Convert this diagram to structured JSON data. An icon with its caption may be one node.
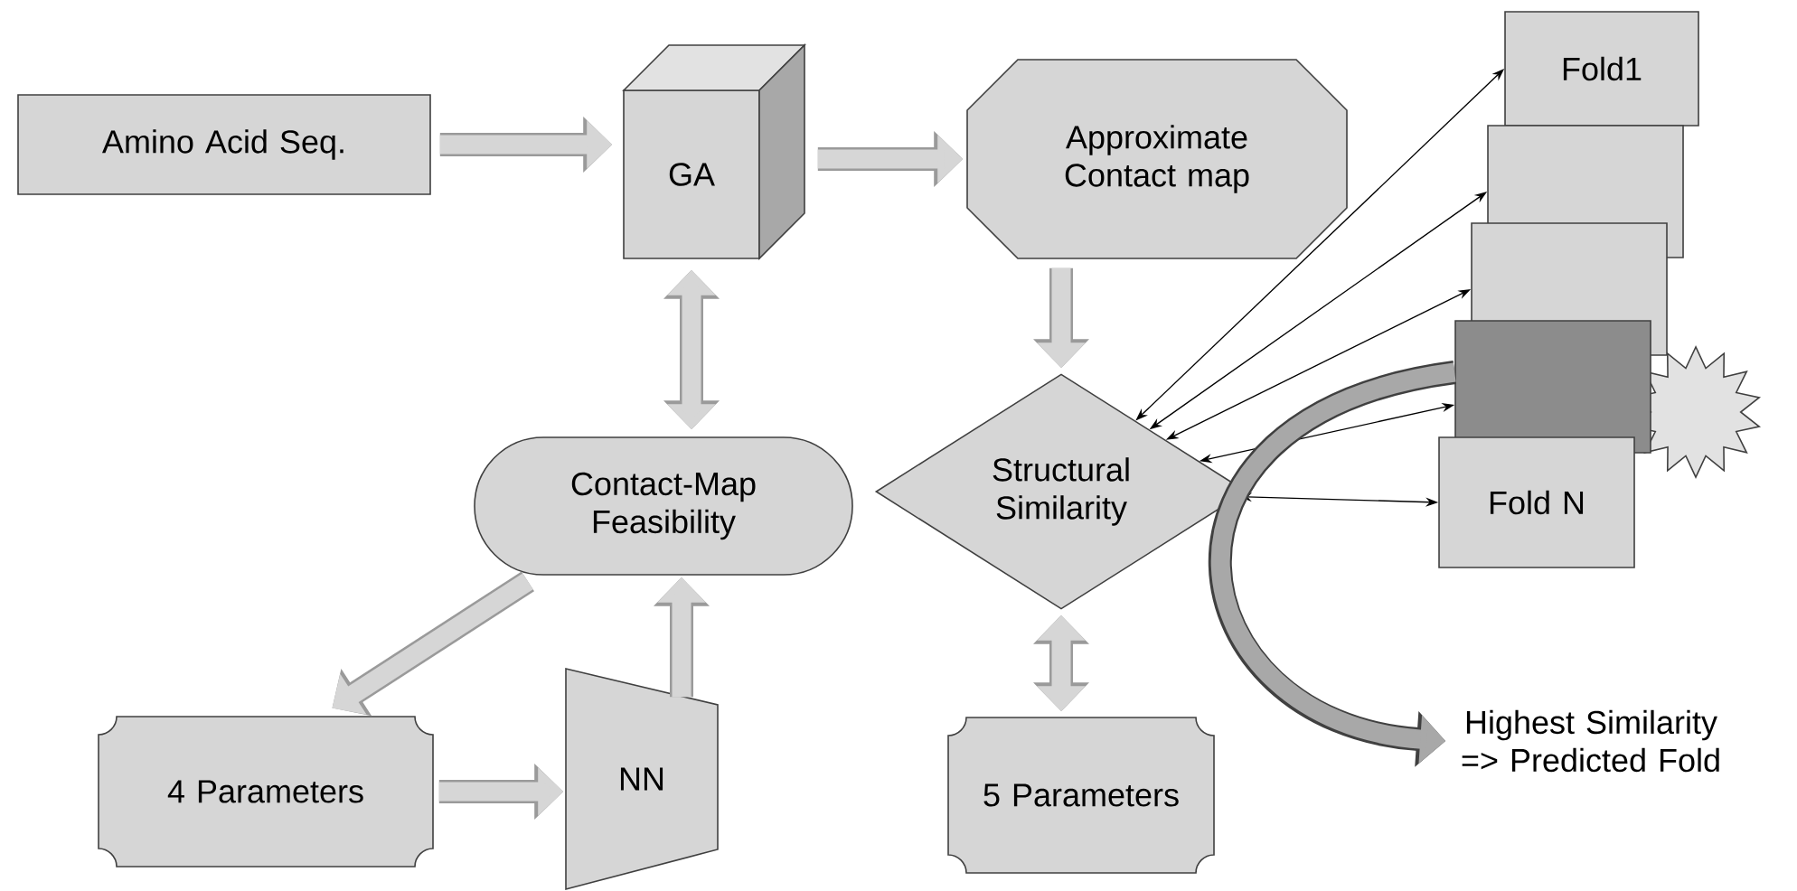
{
  "diagram": {
    "nodes": [
      {
        "text": [
          "Amino Acid Seq."
        ]
      },
      {
        "text": [
          "GA"
        ]
      },
      {
        "text": [
          "Approximate Contact map"
        ]
      },
      {
        "text": [
          "Contact-Map Feasibility"
        ]
      },
      {
        "text": [
          "Structural Similarity"
        ]
      },
      {
        "text": [
          "4 Parameters"
        ]
      },
      {
        "text": [
          "NN"
        ]
      },
      {
        "text": [
          "5 Parameters"
        ]
      },
      {
        "text": [
          "Fold1"
        ]
      },
      {
        "text": [],
        "shape": "box"
      },
      {
        "text": [],
        "shape": "box"
      },
      {
        "text": [],
        "shape": "box"
      },
      {
        "text": [
          "Fold N"
        ]
      },
      {
        "text": [
          "Highest Similarity => Predicted Fold"
        ]
      }
    ],
    "edges": [
      {
        "from": 0,
        "to": 1,
        "arrow": "to"
      },
      {
        "from": 1,
        "to": 2,
        "arrow": "to"
      },
      {
        "from": 1,
        "to": 3,
        "arrow": "both"
      },
      {
        "from": 2,
        "to": 4,
        "arrow": "to"
      },
      {
        "from": 3,
        "to": 5,
        "arrow": "to"
      },
      {
        "from": 5,
        "to": 6,
        "arrow": "to"
      },
      {
        "from": 6,
        "to": 3,
        "arrow": "to"
      },
      {
        "from": 4,
        "to": 7,
        "arrow": "both"
      },
      {
        "from": 4,
        "to": 8,
        "arrow": "both",
        "color": "#000000"
      },
      {
        "from": 4,
        "to": 9,
        "arrow": "both",
        "color": "#000000"
      },
      {
        "from": 4,
        "to": 10,
        "arrow": "both",
        "color": "#000000"
      },
      {
        "from": 4,
        "to": 11,
        "arrow": "both",
        "color": "#000000"
      },
      {
        "from": 4,
        "to": 12,
        "arrow": "both",
        "color": "#000000"
      },
      {
        "from": 11,
        "to": 13,
        "arrow": "to",
        "color": "#404040"
      }
    ]
  }
}
